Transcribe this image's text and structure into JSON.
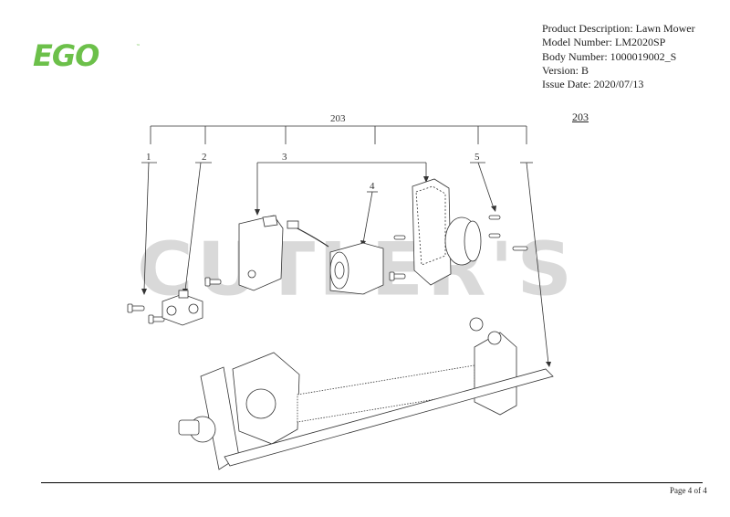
{
  "brand": {
    "logo_text": "EGO",
    "trademark": "™",
    "color": "#6cc04a"
  },
  "header": {
    "product_description": "Product Description: Lawn Mower",
    "model_number": "Model Number: LM2020SP",
    "body_number": "Body Number: 1000019002_S",
    "version": "Version: B",
    "issue_date": "Issue Date: 2020/07/13"
  },
  "assembly_number": "203",
  "watermark": "CUTLER'S",
  "diagram": {
    "group_label": "203",
    "callouts": [
      "1",
      "2",
      "3",
      "4",
      "5"
    ]
  },
  "footer": {
    "page": "Page 4 of 4"
  }
}
